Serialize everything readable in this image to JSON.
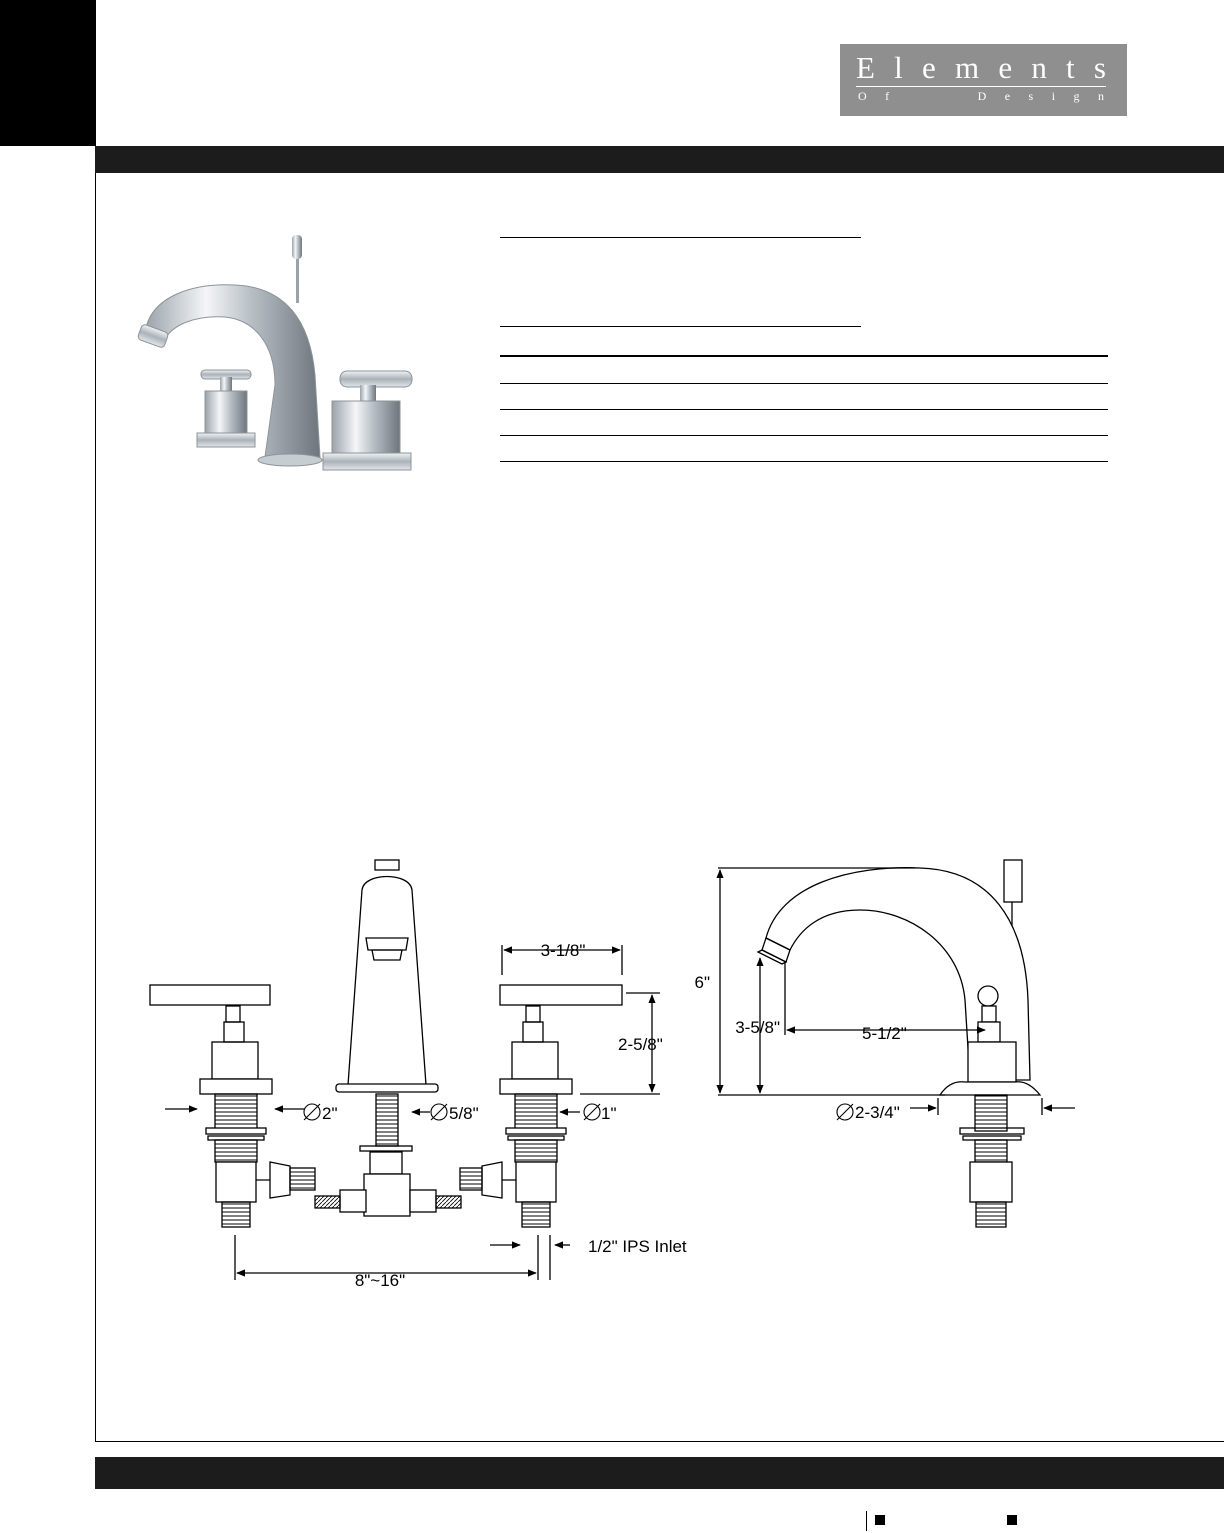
{
  "brand": {
    "logo_letters": [
      "E",
      "l",
      "e",
      "m",
      "e",
      "n",
      "t",
      "s"
    ],
    "logo_sub_letters": [
      "O",
      "f",
      "D",
      "e",
      "s",
      "i",
      "g",
      "n"
    ],
    "logo_background": "#8f8f8f"
  },
  "colors": {
    "band": "#1c1c1c",
    "ink": "#000000"
  },
  "front_view_dimensions": {
    "handle_width": "3-1/8\"",
    "handle_height": "2-5/8\"",
    "base_dia_2": "2\"",
    "spout_shank_dia": "5/8\"",
    "valve_shank_dia": "1\"",
    "inlet": "1/2\" IPS Inlet",
    "spread": "8\"~16\""
  },
  "side_view_dimensions": {
    "overall_height": "6\"",
    "spout_clearance": "3-5/8\"",
    "spout_reach": "5-1/2\"",
    "base_dia": "2-3/4\""
  }
}
